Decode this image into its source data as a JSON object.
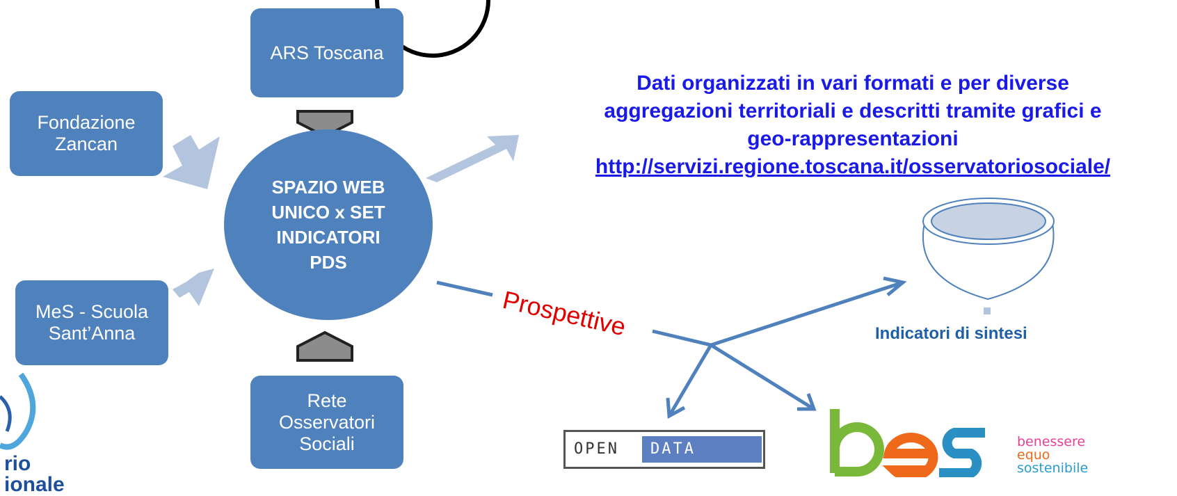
{
  "nodes": {
    "ars": "ARS Toscana",
    "fondazione": "Fondazione\nZancan",
    "mes": "MeS - Scuola\nSant’Anna",
    "rete": "Rete\nOsservatori\nSociali",
    "hub": "SPAZIO WEB\nUNICO x SET\nINDICATORI\nPDS"
  },
  "description": {
    "text": "Dati organizzati in vari formati e per diverse\naggregazioni territoriali e descritti tramite grafici e\ngeo-rappresentazioni",
    "link": "http://servizi.regione.toscana.it/osservatoriosociale/"
  },
  "prospettive": "Prospettive",
  "indicatori_sintesi": "Indicatori di sintesi",
  "open_data": {
    "part1": "OPEN",
    "part2": "DATA"
  },
  "bes": {
    "logo": "bes",
    "tagline": [
      "benessere",
      "equo",
      "sostenibile"
    ]
  },
  "logo_partial_text": "rio\nionale",
  "colors": {
    "box": "#4f81bd",
    "arrow": "#b3c4de",
    "description": "#1a1ae6",
    "prospettive": "#e00000"
  }
}
